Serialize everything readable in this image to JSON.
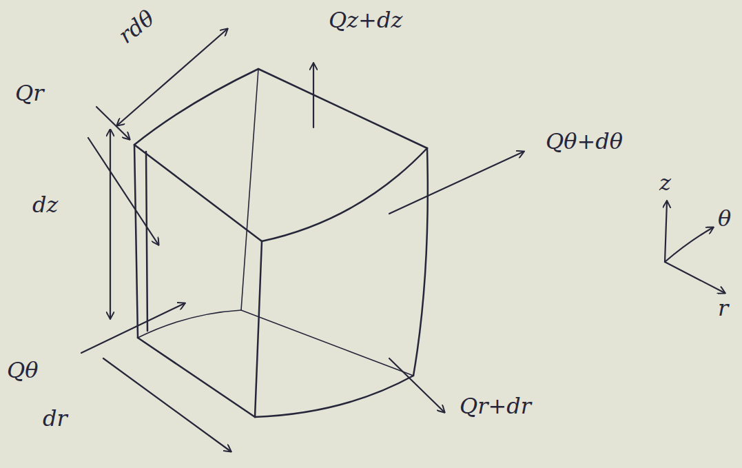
{
  "diagram": {
    "labels": [
      "rdθ",
      "Qr",
      "Qz+dz",
      "dz",
      "Qθ+dθ",
      "z",
      "θ",
      "r",
      "Qθ",
      "dr",
      "Qr+dr"
    ]
  }
}
